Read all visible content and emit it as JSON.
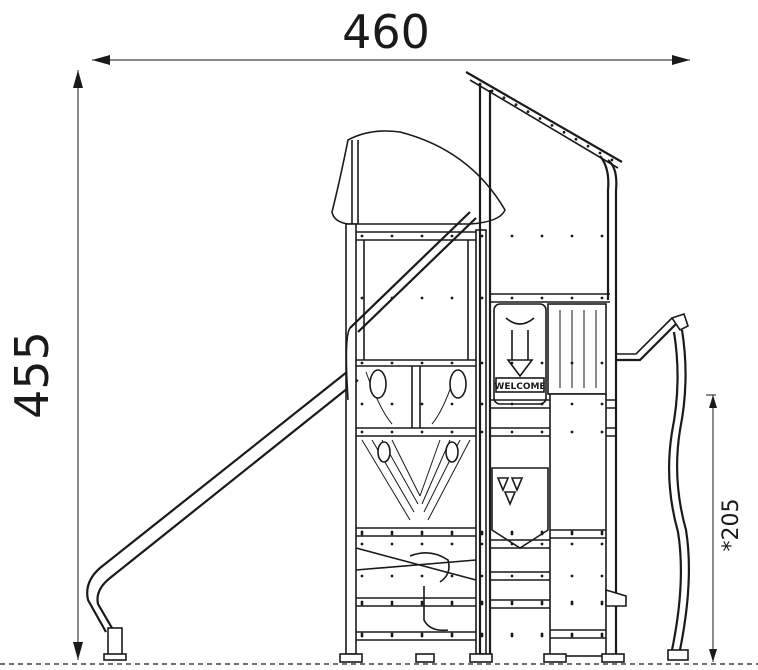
{
  "dimensions": {
    "width_label": "460",
    "height_label": "455",
    "fall_height_label": "*205"
  },
  "panel": {
    "sign_text": "WELCOME"
  },
  "colors": {
    "line": "#1a1a1a",
    "background": "#ffffff"
  }
}
